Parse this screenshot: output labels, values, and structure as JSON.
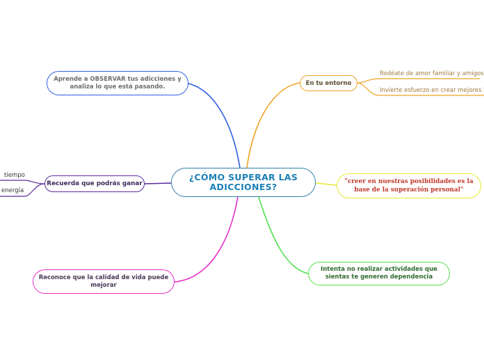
{
  "center": {
    "title": "¿CÓMO SUPERAR LAS ADICCIONES?"
  },
  "branches": {
    "observar": "Aprende a OBSERVAR tus adicciones y analiza lo que está pasando.",
    "ganar": "Recuerda que podrás ganar",
    "calidad": "Reconoce que la calidad de vida puede mejorar",
    "entorno": "En tu entorno",
    "creer": "\"creer en nuestras posibilidades es la base de la superación personal\"",
    "intenta": "Intenta no realizar actividades que sientas te generen dependencia"
  },
  "leaves": {
    "ganar": [
      "tiempo",
      "energía"
    ],
    "entorno": [
      "Rodéate de amor familiar y amigos",
      "Invierte esfuerzo en crear mejores hábitos"
    ]
  },
  "colors": {
    "center": "#2f7fa8",
    "observar": "#2e5fe0",
    "ganar": "#5a2a9a",
    "calidad": "#e62fcc",
    "entorno": "#f0a020",
    "creer": "#e6e830",
    "intenta": "#4fe04a"
  }
}
